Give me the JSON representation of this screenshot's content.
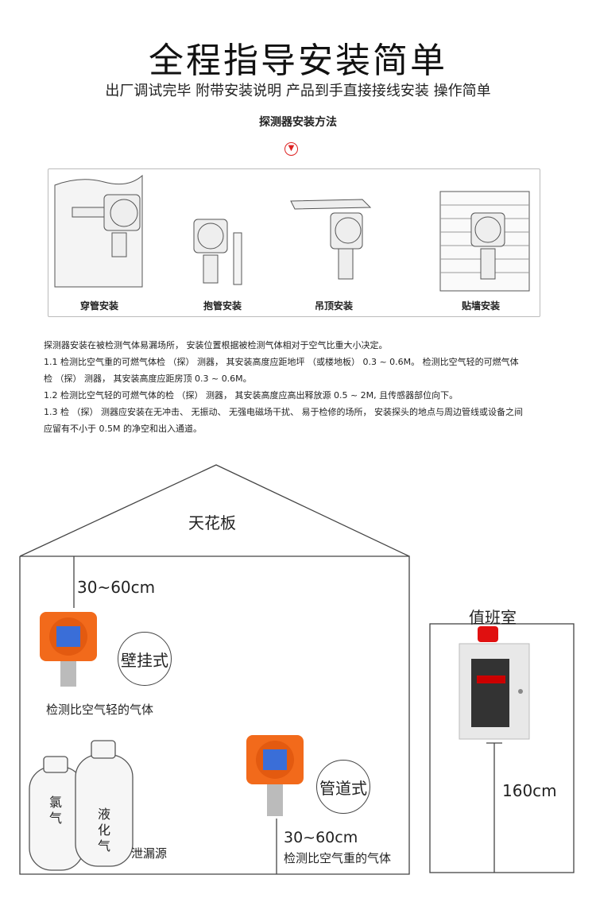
{
  "header": {
    "title": "全程指导安装简单",
    "subtitle": "出厂调试完毕 附带安装说明 产品到手直接接线安装 操作简单",
    "section": "探测器安装方法",
    "chevron_icon": "chevron-down-circle"
  },
  "methods": [
    {
      "label": "穿管安装"
    },
    {
      "label": "抱管安装"
    },
    {
      "label": "吊顶安装"
    },
    {
      "label": "贴墙安装"
    }
  ],
  "instructions": [
    "探测器安装在被检测气体易漏场所， 安装位置根据被检测气体相对于空气比重大小决定。",
    "1.1 检测比空气重的可燃气体检 （探） 测器， 其安装高度应距地坪 （或楼地板） 0.3 ~ 0.6M。 检测比空气轻的可燃气体",
    "检 （探） 测器， 其安装高度应距房顶 0.3 ~ 0.6M。",
    "1.2 检测比空气轻的可燃气体的检 （探） 测器， 其安装高度应高出释放源 0.5 ~ 2M, 且传感器部位向下。",
    "1.3 检 （探） 测器应安装在无冲击、 无振动、 无强电磁场干扰、 易于检修的场所， 安装探头的地点与周边管线或设备之间",
    "应留有不小于 0.5M 的净空和出入通道。"
  ],
  "diagram": {
    "ceiling": "天花板",
    "top_distance": "30~60cm",
    "wall_type": "壁挂式",
    "light_gas": "检测比空气轻的气体",
    "cylinder1": "氯气",
    "cylinder2": "液化气",
    "leak_source": "泄漏源",
    "pipe_type": "管道式",
    "bottom_distance": "30~60cm",
    "heavy_gas": "检测比空气重的气体",
    "duty_room": "值班室",
    "controller_height": "160cm"
  },
  "colors": {
    "detector": "#f26a1b",
    "alarm": "#e01010"
  }
}
